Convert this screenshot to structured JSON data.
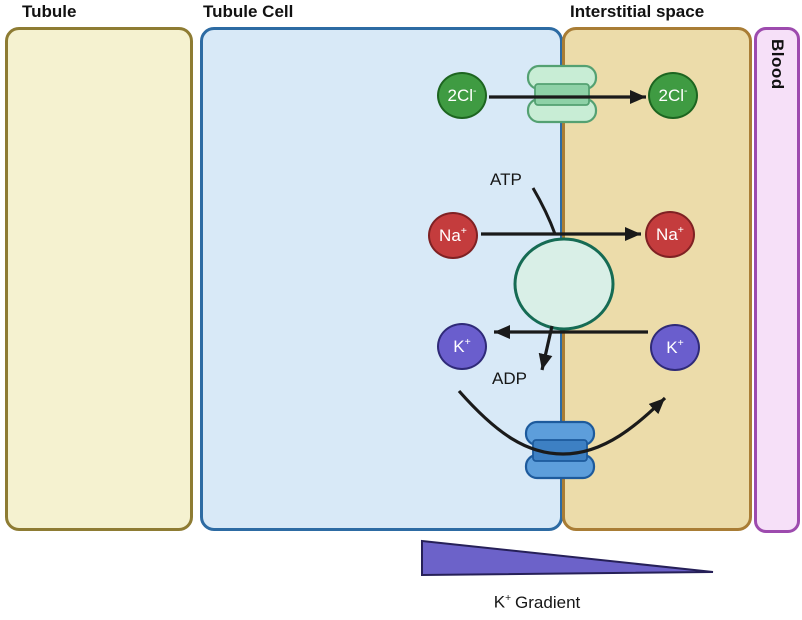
{
  "regions": {
    "tubule": {
      "label": "Tubule"
    },
    "tubule_cell": {
      "label": "Tubule Cell"
    },
    "interstitial": {
      "label": "Interstitial space"
    },
    "blood": {
      "label": "Blood"
    }
  },
  "ions": {
    "cl_left": {
      "base": "2Cl",
      "sup": "-"
    },
    "cl_right": {
      "base": "2Cl",
      "sup": "-"
    },
    "na_left": {
      "base": "Na",
      "sup": "+"
    },
    "na_right": {
      "base": "Na",
      "sup": "+"
    },
    "k_left": {
      "base": "K",
      "sup": "+"
    },
    "k_right": {
      "base": "K",
      "sup": "+"
    }
  },
  "annotations": {
    "atp": "ATP",
    "adp": "ADP",
    "gradient_k": "K",
    "gradient_sup": "+",
    "gradient_word": "Gradient"
  },
  "transporters": {
    "top_channel": "chloride-channel",
    "pump": "na-k-atpase-pump",
    "bottom_channel": "potassium-channel"
  },
  "colors": {
    "tubule_fill": "#f5f2d0",
    "tubule_stroke": "#8e7c33",
    "cell_fill": "#d8e9f7",
    "cell_stroke": "#2d6ba3",
    "interstitial_fill": "#ecdcaa",
    "interstitial_stroke": "#a97d35",
    "blood_fill": "#f6e0f8",
    "blood_stroke": "#9d4bae",
    "chloride_fill": "#3f9b42",
    "chloride_stroke": "#1d6520",
    "sodium_fill": "#c43c3d",
    "sodium_stroke": "#7f2123",
    "potassium_fill": "#6a5ecd",
    "potassium_stroke": "#2f2a78",
    "pump_fill": "#d9efe7",
    "pump_stroke": "#166b54",
    "green_channel_fill": "#c8edd5",
    "green_channel_band": "#8ed1a7",
    "green_channel_stroke": "#54a172",
    "blue_channel_fill": "#5d9edb",
    "blue_channel_band": "#3d80c3",
    "blue_channel_stroke": "#1d5a9c",
    "triangle_fill": "#6c62c9",
    "triangle_stroke": "#262058",
    "arrow": "#1a1a1a"
  }
}
